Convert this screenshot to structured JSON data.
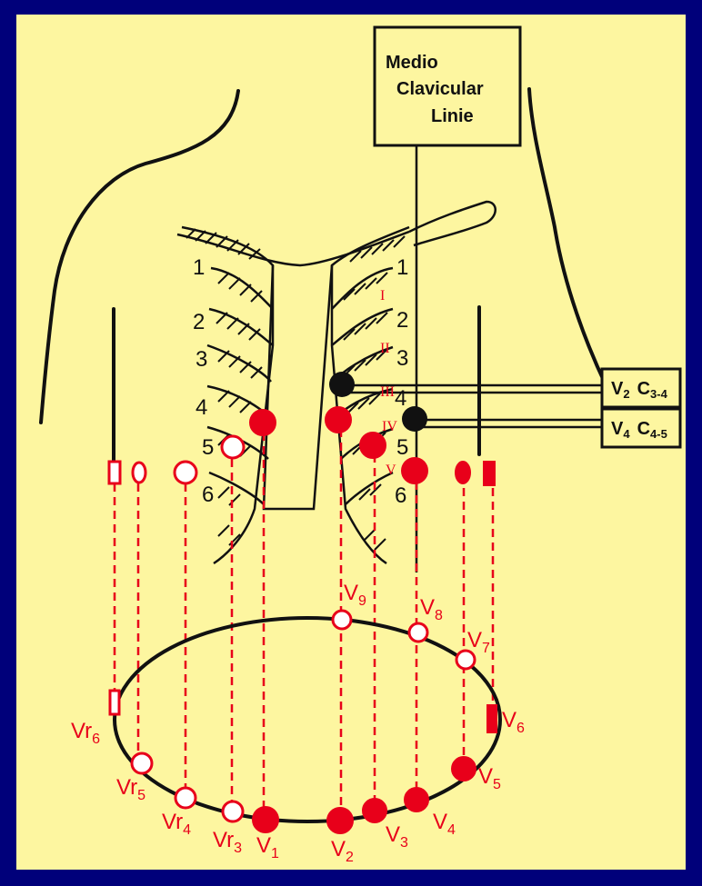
{
  "mcl_box": {
    "line1": "Medio",
    "line2": "Clavicular",
    "line3": "Linie"
  },
  "lead_boxes": [
    {
      "lead": "V",
      "lead_sub": "2",
      "pos": "C",
      "pos_sub": "3-4"
    },
    {
      "lead": "V",
      "lead_sub": "4",
      "pos": "C",
      "pos_sub": "4-5"
    }
  ],
  "rib_numbers_left": [
    "1",
    "2",
    "3",
    "4",
    "5",
    "6"
  ],
  "rib_numbers_right": [
    "1",
    "2",
    "3",
    "4",
    "5",
    "6"
  ],
  "intercostal_roman": [
    "I",
    "II",
    "III",
    "IV",
    "V"
  ],
  "electrodes": [
    {
      "name": "Vr6",
      "base": "Vr",
      "sub": "6"
    },
    {
      "name": "Vr5",
      "base": "Vr",
      "sub": "5"
    },
    {
      "name": "Vr4",
      "base": "Vr",
      "sub": "4"
    },
    {
      "name": "Vr3",
      "base": "Vr",
      "sub": "3"
    },
    {
      "name": "V1",
      "base": "V",
      "sub": "1"
    },
    {
      "name": "V2",
      "base": "V",
      "sub": "2"
    },
    {
      "name": "V3",
      "base": "V",
      "sub": "3"
    },
    {
      "name": "V4",
      "base": "V",
      "sub": "4"
    },
    {
      "name": "V5",
      "base": "V",
      "sub": "5"
    },
    {
      "name": "V6",
      "base": "V",
      "sub": "6"
    },
    {
      "name": "V7",
      "base": "V",
      "sub": "7"
    },
    {
      "name": "V8",
      "base": "V",
      "sub": "8"
    },
    {
      "name": "V9",
      "base": "V",
      "sub": "9"
    }
  ],
  "colors": {
    "background": "#00007a",
    "panel": "#fdf6a0",
    "electrode_red": "#e8001a",
    "line": "#111111"
  }
}
